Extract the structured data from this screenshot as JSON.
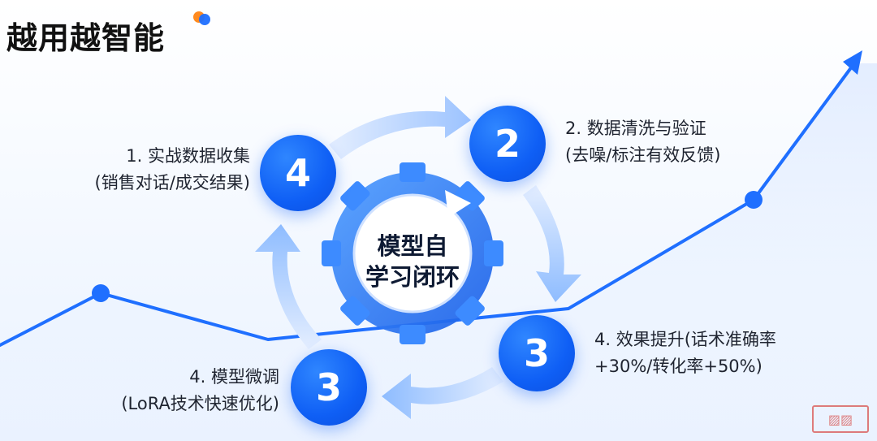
{
  "title": "越用越智能",
  "center": {
    "line1": "模型自",
    "line2": "学习闭环"
  },
  "steps": [
    {
      "badge": "4",
      "line1": "1. 实战数据收集",
      "line2": "(销售对话/成交结果)"
    },
    {
      "badge": "2",
      "line1": "2. 数据清洗与验证",
      "line2": "(去噪/标注有效反馈)"
    },
    {
      "badge": "3",
      "line1": "4. 效果提升(话术准确率",
      "line2": "+30%/转化率+50%)"
    },
    {
      "badge": "3",
      "line1": "4. 模型微调",
      "line2": "(LoRA技术快速优化)"
    }
  ],
  "colors": {
    "primary": "#0f5ff5",
    "arrow_light": "#cfe1ff",
    "trend": "#1f6fff",
    "accent": "#ff8a1f"
  }
}
